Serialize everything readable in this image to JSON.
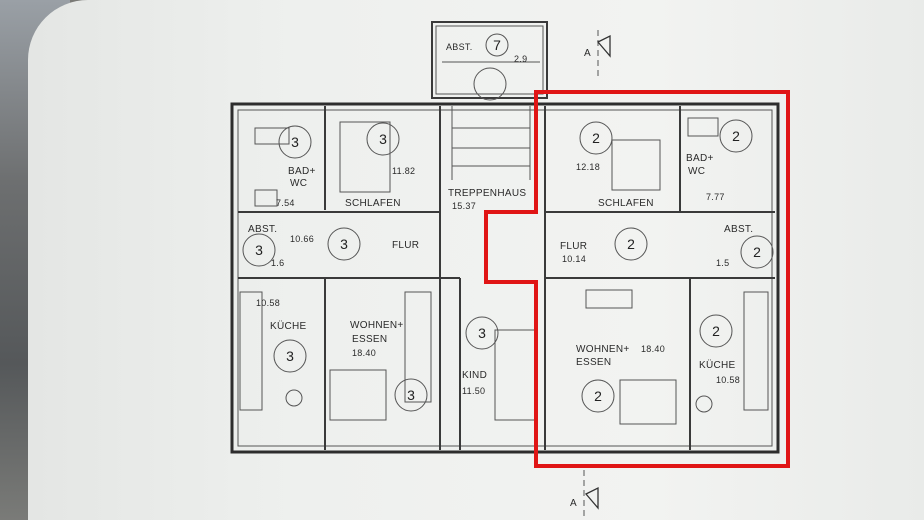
{
  "section_marker": "A",
  "highlight_color": "#e01515",
  "rooms": {
    "abst_top": {
      "label": "ABST.",
      "area": "2.9",
      "number": "7"
    },
    "bad_left": {
      "label1": "BAD+",
      "label2": "WC",
      "area": "7.54",
      "number": "3"
    },
    "schlafen_left": {
      "label": "SCHLAFEN",
      "area": "11.82",
      "number": "3"
    },
    "treppenhaus": {
      "label": "TREPPENHAUS",
      "area": "15.37"
    },
    "abst_left": {
      "label": "ABST.",
      "area": "1.6",
      "number": "3"
    },
    "flur_left": {
      "label": "FLUR",
      "area": "10.66",
      "number": "3"
    },
    "kueche_left": {
      "label": "KÜCHE",
      "area": "10.58",
      "number": "3"
    },
    "wohnen_left": {
      "label1": "WOHNEN+",
      "label2": "ESSEN",
      "area": "18.40",
      "number": "3"
    },
    "kind": {
      "label": "KIND",
      "area": "11.50",
      "number": "3"
    },
    "schlafen_right": {
      "label": "SCHLAFEN",
      "area": "12.18",
      "number": "2"
    },
    "bad_right": {
      "label1": "BAD+",
      "label2": "WC",
      "area": "7.77",
      "number": "2"
    },
    "flur_right": {
      "label": "FLUR",
      "area": "10.14",
      "number": "2"
    },
    "abst_right": {
      "label": "ABST.",
      "area": "1.5",
      "number": "2"
    },
    "wohnen_right": {
      "label1": "WOHNEN+",
      "label2": "ESSEN",
      "area": "18.40",
      "number": "2"
    },
    "kueche_right": {
      "label": "KÜCHE",
      "area": "10.58",
      "number": "2"
    }
  },
  "extra_numbers": {
    "wohnen_left_2": "3",
    "wohnen_right_2": "2"
  }
}
